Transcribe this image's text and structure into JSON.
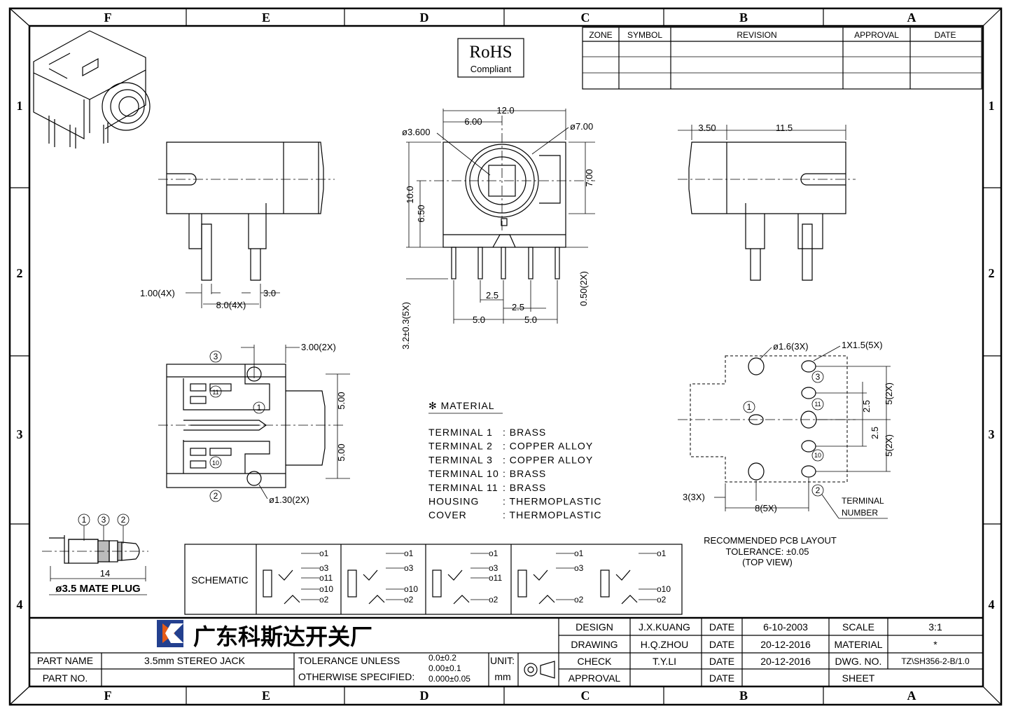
{
  "grid": {
    "columns": [
      "F",
      "E",
      "D",
      "C",
      "B",
      "A"
    ],
    "rows": [
      "1",
      "2",
      "3",
      "4"
    ]
  },
  "rohs": {
    "line1": "RoHS",
    "line2": "Compliant"
  },
  "revision_table": {
    "headers": [
      "ZONE",
      "SYMBOL",
      "REVISION",
      "APPROVAL",
      "DATE"
    ]
  },
  "dims_front": {
    "d12": "12.0",
    "d6": "6.00",
    "dia36": "ø3.600",
    "dia7": "ø7.00",
    "d10": "10.0",
    "d65": "6.50",
    "d7": "7.00",
    "d05": "0.50(2X)",
    "d25a": "2.5",
    "d25b": "2.5",
    "d5a": "5.0",
    "d5b": "5.0",
    "d32": "3.2±0.3(5X)"
  },
  "dims_left": {
    "d100": "1.00(4X)",
    "d3": "3.0",
    "d8": "8.0(4X)"
  },
  "dims_right": {
    "d35": "3.50",
    "d115": "11.5"
  },
  "dims_bottom": {
    "d300": "3.00(2X)",
    "d5a": "5.00",
    "d5b": "5.00",
    "dia130": "ø1.30(2X)"
  },
  "terminal_numbers": [
    "1",
    "2",
    "3",
    "10",
    "11"
  ],
  "material": {
    "title": "✻ MATERIAL",
    "rows": [
      {
        "name": "TERMINAL  1",
        "value": ": BRASS"
      },
      {
        "name": "TERMINAL  2",
        "value": ": COPPER  ALLOY"
      },
      {
        "name": "TERMINAL  3",
        "value": ": COPPER  ALLOY"
      },
      {
        "name": "TERMINAL  10",
        "value": ": BRASS"
      },
      {
        "name": "TERMINAL  11",
        "value": ": BRASS"
      },
      {
        "name": "HOUSING",
        "value": ": THERMOPLASTIC"
      },
      {
        "name": "COVER",
        "value": ": THERMOPLASTIC"
      }
    ]
  },
  "pcb": {
    "dia16": "ø1.6(3X)",
    "slot": "1X1.5(5X)",
    "d25a": "2.5",
    "d25b": "2.5",
    "d5a": "5(2X)",
    "d5b": "5(2X)",
    "d3": "3(3X)",
    "d8": "8(5X)",
    "terminal_label1": "TERMINAL",
    "terminal_label2": "NUMBER",
    "caption1": "RECOMMENDED PCB LAYOUT",
    "caption2": "TOLERANCE: ±0.05",
    "caption3": "(TOP VIEW)"
  },
  "plug": {
    "d14": "14",
    "caption": "ø3.5 MATE PLUG"
  },
  "schematic": {
    "label": "SCHEMATIC",
    "pins": [
      "o1",
      "o3",
      "o11",
      "o10",
      "o2"
    ]
  },
  "title_block": {
    "company": "广东科斯达开关厂",
    "part_name_label": "PART NAME",
    "part_name": "3.5mm STEREO JACK",
    "part_no_label": "PART NO.",
    "tol_label1": "TOLERANCE UNLESS",
    "tol_label2": "OTHERWISE SPECIFIED:",
    "tol1": "0.0±0.2",
    "tol2": "0.00±0.1",
    "tol3": "0.000±0.05",
    "unit_label": "UNIT:",
    "unit": "mm",
    "design_label": "DESIGN",
    "design": "J.X.KUANG",
    "drawing_label": "DRAWING",
    "drawing": "H.Q.ZHOU",
    "check_label": "CHECK",
    "check": "T.Y.LI",
    "approval_label": "APPROVAL",
    "date_label": "DATE",
    "date1": "6-10-2003",
    "date2": "20-12-2016",
    "date3": "20-12-2016",
    "scale_label": "SCALE",
    "scale": "3:1",
    "material_label": "MATERIAL",
    "material": "*",
    "dwg_label": "DWG. NO.",
    "dwg": "TZ\\SH356-2-B/1.0",
    "sheet_label": "SHEET"
  }
}
